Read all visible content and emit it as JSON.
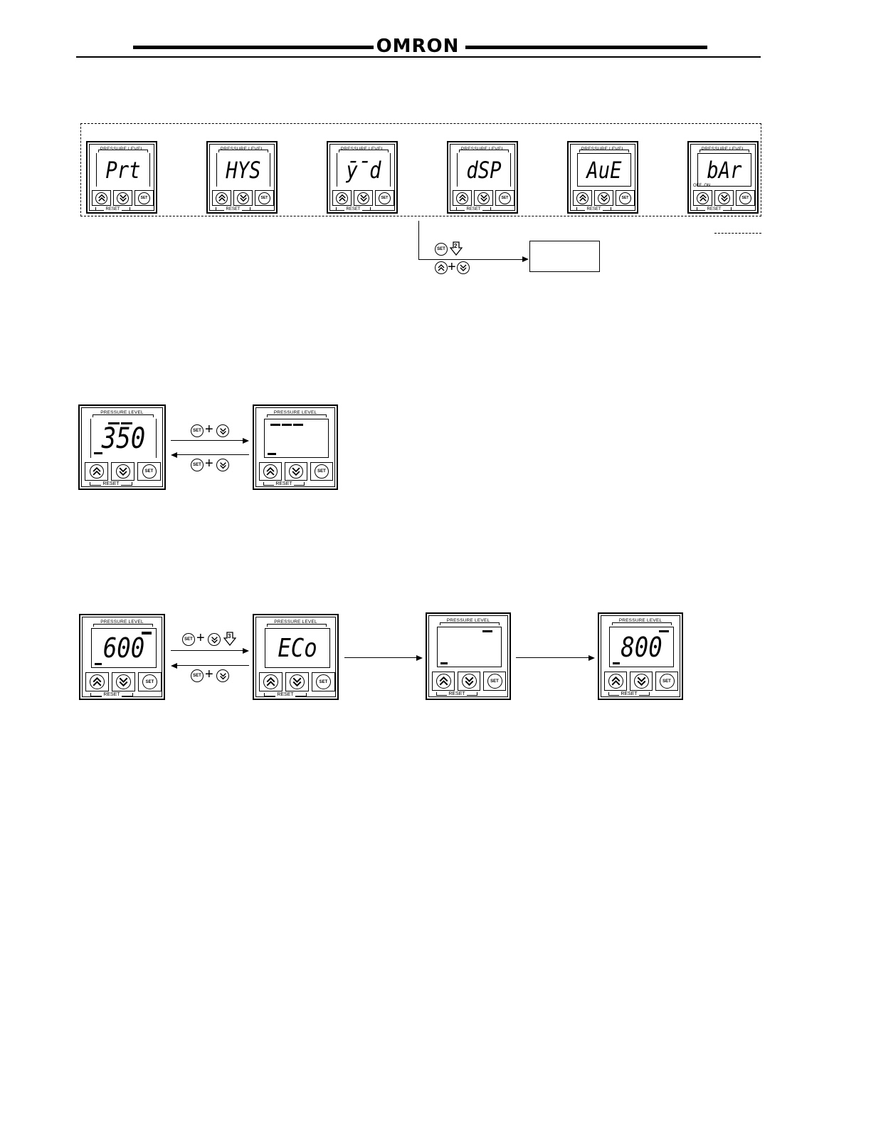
{
  "header": {
    "brand": "OMRON"
  },
  "panel": {
    "label": "PRESSURE LEVEL",
    "set_label": "SET",
    "reset_label": "RESET",
    "up_icon": "double-chevron-up-icon",
    "down_icon": "double-chevron-down-icon"
  },
  "mode_row": {
    "screens": [
      {
        "display": "Prt"
      },
      {
        "display": "HYS"
      },
      {
        "display": "ȳ̄d"
      },
      {
        "display": "dSP"
      },
      {
        "display": "AuE"
      },
      {
        "display": "bAr"
      }
    ],
    "bar_indicators": "OFF  ON",
    "branch": {
      "count": "2"
    }
  },
  "flow_1": {
    "left_display": "350",
    "keys_forward": [
      "SET",
      "+",
      "down"
    ],
    "keys_back": [
      "SET",
      "+",
      "down"
    ]
  },
  "flow_2": {
    "panel_1_display": "600",
    "panel_2_display": "ECo",
    "panel_4_display": "800",
    "count": "3",
    "keys_forward": [
      "SET",
      "+",
      "down"
    ],
    "keys_back": [
      "SET",
      "+",
      "down"
    ]
  }
}
